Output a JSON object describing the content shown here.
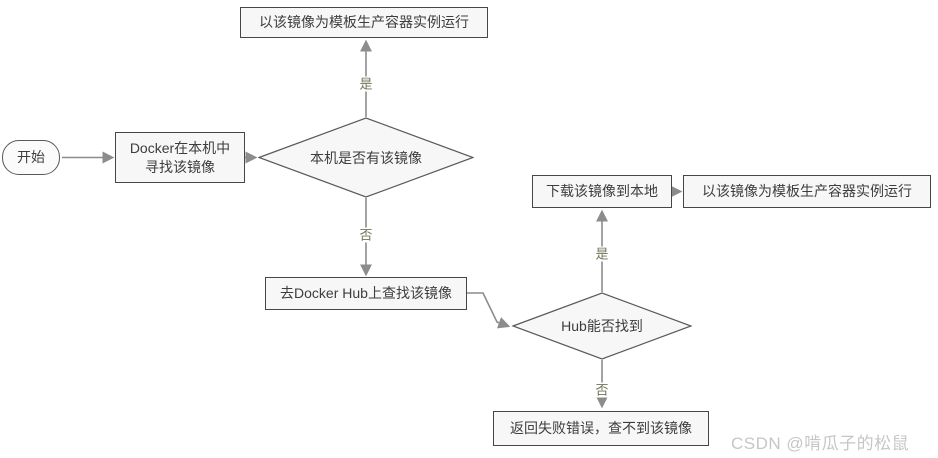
{
  "diagram": {
    "title": "Docker image lookup flowchart",
    "nodes": {
      "start": {
        "label": "开始"
      },
      "find_local": {
        "line1": "Docker在本机中",
        "line2": "寻找该镜像"
      },
      "has_local_decision": {
        "label": "本机是否有该镜像"
      },
      "run_container_top": {
        "label": "以该镜像为模板生产容器实例运行"
      },
      "hub_search": {
        "label": "去Docker Hub上查找该镜像"
      },
      "hub_found_decision": {
        "label": "Hub能否找到"
      },
      "download_image": {
        "label": "下载该镜像到本地"
      },
      "run_container_right": {
        "label": "以该镜像为模板生产容器实例运行"
      },
      "fail": {
        "label": "返回失败错误，查不到该镜像"
      }
    },
    "edge_labels": {
      "local_yes": "是",
      "local_no": "否",
      "hub_yes": "是",
      "hub_no": "否"
    },
    "colors": {
      "node_fill": "#f7f7f7",
      "node_border": "#464646",
      "diamond_border": "#595959",
      "connector": "#8c8c8c",
      "node_text": "#3d3d3d",
      "edge_label_text": "#73735a",
      "watermark_text": "#c6c6c6",
      "background": "#ffffff"
    },
    "watermark": "CSDN @啃瓜子的松鼠"
  }
}
